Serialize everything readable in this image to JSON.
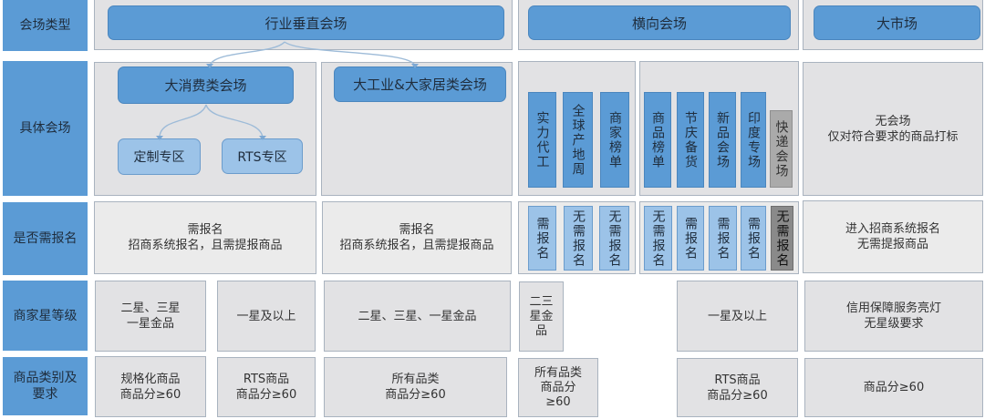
{
  "row_labels": [
    "会场类型",
    "具体会场",
    "是否需报名",
    "商家星等级",
    "商品类别及\n要求"
  ],
  "venue_types": {
    "vertical": "行业垂直会场",
    "horizontal": "横向会场",
    "market": "大市场"
  },
  "specific_venues": {
    "consumer": "大消费类会场",
    "consumer_children": [
      "定制专区",
      "RTS专区"
    ],
    "industrial": "大工业&大家居类会场",
    "horizontal_group1": [
      "实力代工",
      "全球产地周",
      "商家榜单"
    ],
    "horizontal_group2": [
      "商品榜单",
      "节庆备货",
      "新品会场",
      "印度专场"
    ],
    "horizontal_group2_gray": "快递会场",
    "market_text": "无会场\n仅对符合要求的商品打标"
  },
  "registration": {
    "consumer": "需报名\n招商系统报名，且需提报商品",
    "industrial": "需报名\n招商系统报名，且需提报商品",
    "horizontal_group1": [
      "需报名",
      "无需报名",
      "无需报名"
    ],
    "horizontal_group2": [
      "无需报名",
      "需报名",
      "需报名",
      "需报名"
    ],
    "horizontal_group2_dark": "无需报名",
    "market": "进入招商系统报名\n无需提报商品"
  },
  "star_level": {
    "custom_zone": "二星、三星\n一星金品",
    "rts_zone": "一星及以上",
    "industrial": "二星、三星、一星金品",
    "strength_oem": "二三\n星金\n品",
    "horizontal_group2": "一星及以上",
    "market": "信用保障服务亮灯\n无星级要求"
  },
  "product_requirements": {
    "custom_zone": "规格化商品\n商品分≥60",
    "rts_zone": "RTS商品\n商品分≥60",
    "industrial": "所有品类\n商品分≥60",
    "strength_oem": "所有品类\n商品分\n≥60",
    "horizontal_group2": "RTS商品\n商品分≥60",
    "market": "商品分≥60"
  },
  "colors": {
    "label_blue": "#5b9bd5",
    "light_blue": "#9cc3e8",
    "cell_gray": "#e2e2e4",
    "express_gray": "#aaaaaa",
    "dark_gray": "#8a8a8a"
  }
}
